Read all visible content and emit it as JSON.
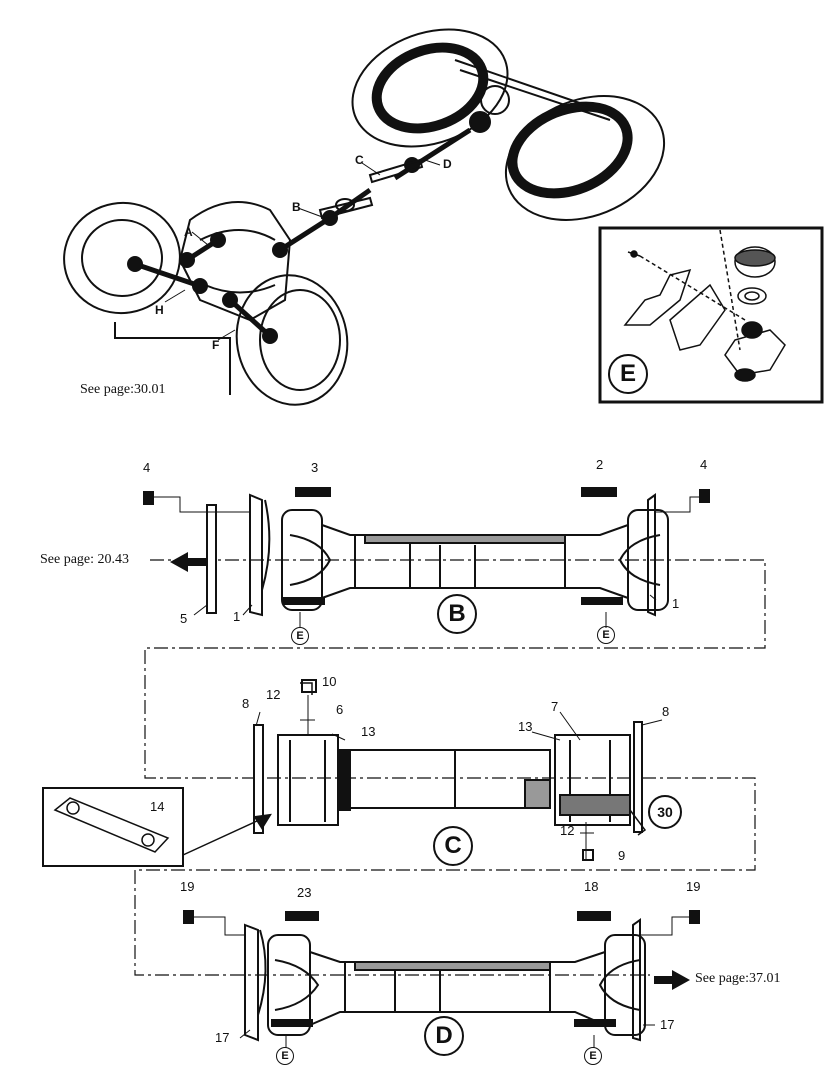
{
  "overview": {
    "letters": {
      "A": "A",
      "B": "B",
      "C": "C",
      "D": "D",
      "F": "F",
      "H": "H"
    },
    "see_page": "See page:30.01"
  },
  "detail_e": {
    "label": "E"
  },
  "shaft_b": {
    "label": "B",
    "see_page": "See page: 20.43",
    "callouts": {
      "left_4": "4",
      "c3": "3",
      "c2": "2",
      "right_4": "4",
      "c5": "5",
      "left_1": "1",
      "right_1": "1"
    },
    "e_marks": [
      "E",
      "E"
    ]
  },
  "shaft_c": {
    "label": "C",
    "callouts": {
      "c10": "10",
      "c12_top": "12",
      "c8_left": "8",
      "c6": "6",
      "c13_left": "13",
      "c7": "7",
      "c13_right": "13",
      "c8_right": "8",
      "c30": "30",
      "c12_bottom": "12",
      "c9": "9"
    }
  },
  "inset": {
    "callout": "14"
  },
  "shaft_d": {
    "label": "D",
    "see_page": "See page:37.01",
    "callouts": {
      "left_19": "19",
      "c23": "23",
      "c18": "18",
      "right_19": "19",
      "left_17": "17",
      "right_17": "17"
    },
    "e_marks": [
      "E",
      "E"
    ]
  }
}
